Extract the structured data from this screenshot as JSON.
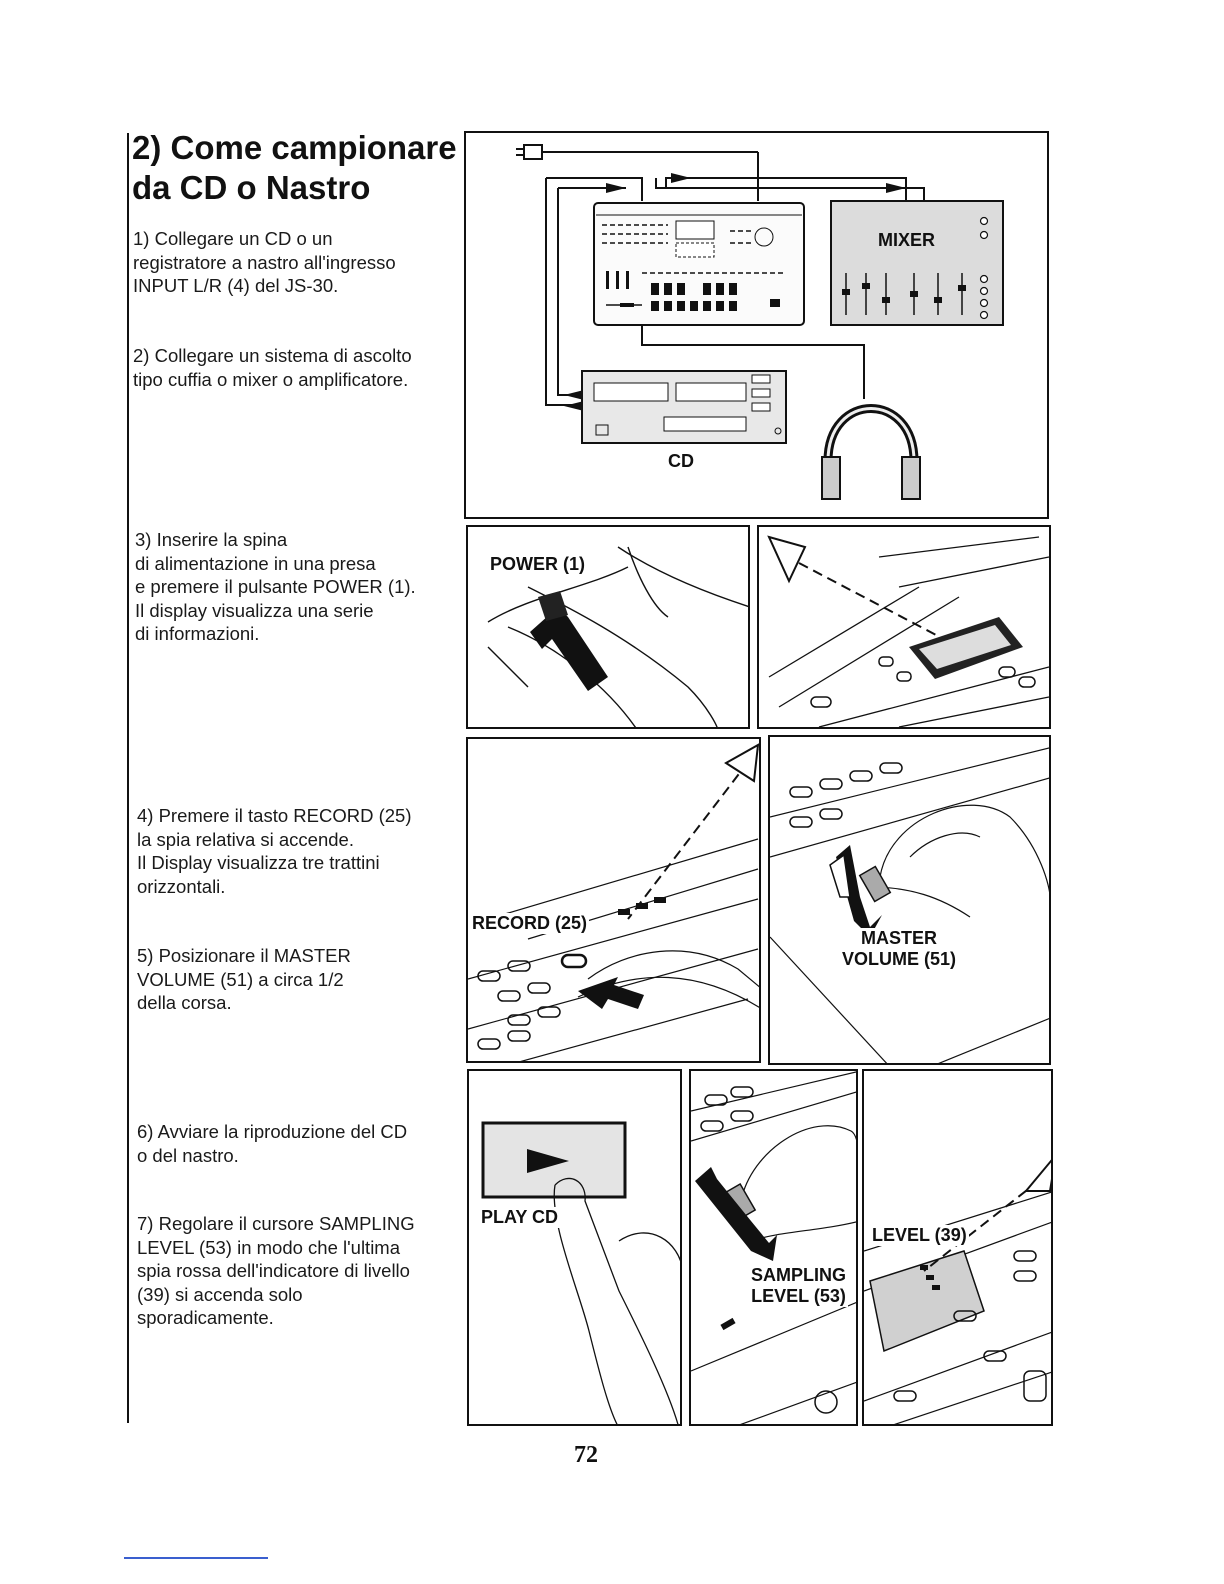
{
  "heading": {
    "line1": "2) Come campionare",
    "line2": "da CD o Nastro"
  },
  "steps": {
    "s1": "1) Collegare un CD o un\nregistratore a nastro all'ingresso\nINPUT L/R (4) del JS-30.",
    "s2": "2) Collegare un sistema di ascolto\ntipo cuffia o mixer o amplificatore.",
    "s3": "3) Inserire la spina\ndi alimentazione in una presa\ne premere il pulsante POWER (1).\nIl display visualizza una serie\ndi informazioni.",
    "s4": "4) Premere il tasto RECORD (25)\nla spia relativa si accende.\nIl Display visualizza tre trattini\norizzontali.",
    "s5": "5) Posizionare il MASTER\nVOLUME (51) a circa 1/2\ndella corsa.",
    "s6": "6) Avviare la riproduzione del CD\no del nastro.",
    "s7": "7) Regolare il cursore SAMPLING\nLEVEL (53) in modo che l'ultima\nspia rossa dell'indicatore di livello\n(39) si accenda solo\nsporadicamente."
  },
  "figures": {
    "mixer": "MIXER",
    "cd": "CD",
    "power": "POWER (1)",
    "record": "RECORD (25)",
    "master": "MASTER\nVOLUME (51)",
    "play_cd": "PLAY CD",
    "sampling": "SAMPLING\nLEVEL (53)",
    "level": "LEVEL (39)"
  },
  "page_number": "72"
}
